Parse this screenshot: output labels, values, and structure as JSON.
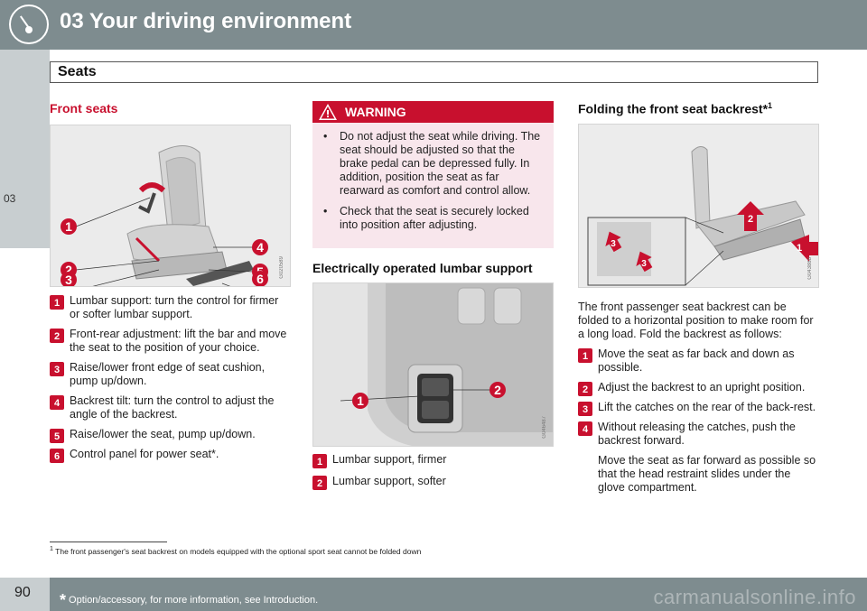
{
  "header": {
    "title": "03 Your driving environment"
  },
  "chapter_tab": "03",
  "section": "Seats",
  "col1": {
    "heading": "Front seats",
    "figure_code": "G020589",
    "callouts": [
      "1",
      "2",
      "3",
      "4",
      "5",
      "6"
    ],
    "items": [
      {
        "n": "1",
        "text": "Lumbar support: turn the control for firmer or softer lumbar support."
      },
      {
        "n": "2",
        "text": "Front-rear adjustment: lift the bar and move the seat to the position of your choice."
      },
      {
        "n": "3",
        "text": "Raise/lower front edge of seat cushion, pump up/down."
      },
      {
        "n": "4",
        "text": "Backrest tilt: turn the control to adjust the angle of the backrest."
      },
      {
        "n": "5",
        "text": "Raise/lower the seat, pump up/down."
      },
      {
        "n": "6",
        "text": "Control panel for power seat*."
      }
    ]
  },
  "col2": {
    "warning_title": "WARNING",
    "warning_items": [
      "Do not adjust the seat while driving. The seat should be adjusted so that the brake pedal can be depressed fully. In addition, position the seat as far rearward as comfort and control allow.",
      "Check that the seat is securely locked into position after adjusting."
    ],
    "heading": "Electrically operated lumbar support",
    "figure_code": "G046487",
    "callouts": [
      "1",
      "2"
    ],
    "items": [
      {
        "n": "1",
        "text": "Lumbar support, firmer"
      },
      {
        "n": "2",
        "text": "Lumbar support, softer"
      }
    ]
  },
  "col3": {
    "heading": "Folding the front seat backrest*",
    "heading_sup": "1",
    "figure_code": "G043888",
    "callouts": [
      "1",
      "2",
      "3",
      "3"
    ],
    "intro": "The front passenger seat backrest can be folded to a horizontal position to make room for a long load. Fold the backrest as follows:",
    "items": [
      {
        "n": "1",
        "text": "Move the seat as far back and down as possible."
      },
      {
        "n": "2",
        "text": "Adjust the backrest to an upright position."
      },
      {
        "n": "3",
        "text": "Lift the catches on the rear of the back-rest."
      },
      {
        "n": "4",
        "text": "Without releasing the catches, push the backrest forward."
      }
    ],
    "extra": "Move the seat as far forward as possible so that the head restraint slides under the glove compartment."
  },
  "footnote": {
    "mark": "1",
    "text": "The front passenger's seat backrest on models equipped with the optional sport seat cannot be folded down"
  },
  "footer": {
    "page": "90",
    "star": "*",
    "note": "Option/accessory, for more information, see Introduction."
  },
  "watermark": "carmanualsonline.info",
  "colors": {
    "accent_red": "#c8102e",
    "header_gray": "#7e8c8f",
    "tab_gray": "#c8ced0",
    "warning_bg": "#f8e6ec"
  }
}
